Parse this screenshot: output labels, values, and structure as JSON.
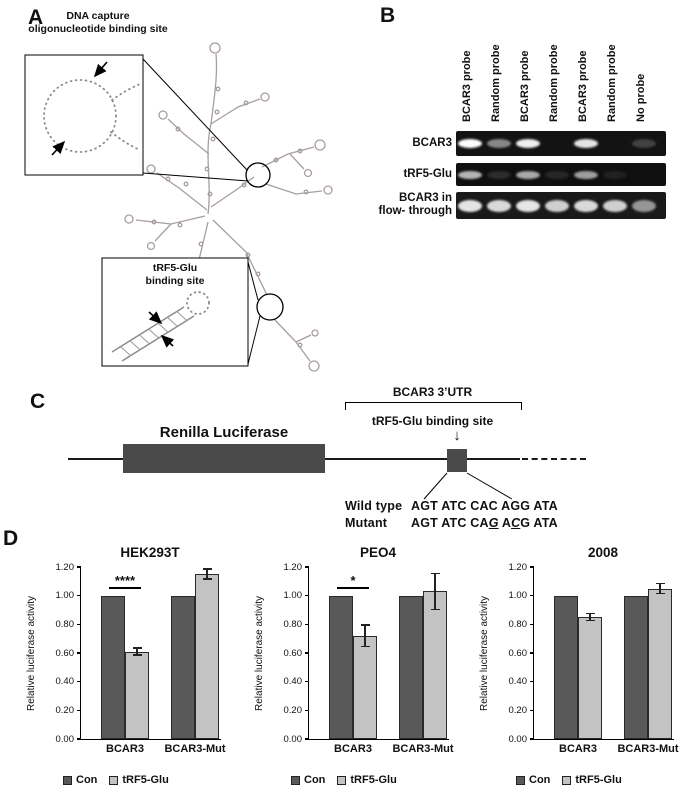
{
  "panels": {
    "a": {
      "label": "A",
      "top_inset_caption": "DNA capture\noligonucleotide binding site",
      "bottom_inset_caption": "tRF5-Glu\nbinding site"
    },
    "b": {
      "label": "B",
      "lanes": [
        "BCAR3 probe",
        "Random probe",
        "BCAR3 probe",
        "Random probe",
        "BCAR3 probe",
        "Random probe",
        "No probe"
      ],
      "rows": [
        {
          "label": "BCAR3",
          "bands": [
            1.0,
            0.5,
            0.95,
            0,
            0.9,
            0,
            0.2
          ]
        },
        {
          "label": "tRF5-Glu",
          "bands": [
            0.7,
            0.12,
            0.65,
            0.1,
            0.6,
            0.08,
            0
          ]
        },
        {
          "label": "BCAR3 in\nflow- through",
          "bands": [
            0.9,
            0.85,
            0.9,
            0.8,
            0.85,
            0.8,
            0.55
          ]
        }
      ]
    },
    "c": {
      "label": "C",
      "gene_box_label": "Renilla Luciferase",
      "utr_label": "BCAR3 3’UTR",
      "site_label": "tRF5-Glu binding site",
      "site_arrow_glyph": "↓",
      "wild_type_name": "Wild type",
      "wild_type_seq": "AGT ATC CAC AGG ATA",
      "mutant_name": "Mutant",
      "mutant_seq": {
        "pre": "AGT ATC CA",
        "sub1": "G",
        "mid": " A",
        "sub2": "C",
        "post": "G ATA"
      }
    },
    "d": {
      "label": "D"
    }
  },
  "chart_data": [
    {
      "type": "bar",
      "title": "HEK293T",
      "categories": [
        "BCAR3",
        "BCAR3-Mut"
      ],
      "series": [
        {
          "name": "Con",
          "color": "#595959",
          "values": [
            1.0,
            1.0
          ],
          "errors": [
            0,
            0
          ]
        },
        {
          "name": "tRF5-Glu",
          "color": "#c3c3c3",
          "values": [
            0.61,
            1.15
          ],
          "errors": [
            0.03,
            0.04
          ]
        }
      ],
      "ylabel": "Relative luciferase activity",
      "ylim": [
        0,
        1.2
      ],
      "yticks": [
        0,
        0.2,
        0.4,
        0.6,
        0.8,
        1.0,
        1.2
      ],
      "legend_position": "bottom",
      "significance": {
        "label": "****",
        "category": "BCAR3",
        "line_y": 1.05
      }
    },
    {
      "type": "bar",
      "title": "PEO4",
      "categories": [
        "BCAR3",
        "BCAR3-Mut"
      ],
      "series": [
        {
          "name": "Con",
          "color": "#595959",
          "values": [
            1.0,
            1.0
          ],
          "errors": [
            0,
            0
          ]
        },
        {
          "name": "tRF5-Glu",
          "color": "#c3c3c3",
          "values": [
            0.72,
            1.03
          ],
          "errors": [
            0.08,
            0.13
          ]
        }
      ],
      "ylabel": "Relative luciferase activity",
      "ylim": [
        0,
        1.2
      ],
      "yticks": [
        0,
        0.2,
        0.4,
        0.6,
        0.8,
        1.0,
        1.2
      ],
      "legend_position": "bottom",
      "significance": {
        "label": "*",
        "category": "BCAR3",
        "line_y": 1.05
      }
    },
    {
      "type": "bar",
      "title": "2008",
      "categories": [
        "BCAR3",
        "BCAR3-Mut"
      ],
      "series": [
        {
          "name": "Con",
          "color": "#595959",
          "values": [
            1.0,
            1.0
          ],
          "errors": [
            0,
            0
          ]
        },
        {
          "name": "tRF5-Glu",
          "color": "#c3c3c3",
          "values": [
            0.85,
            1.05
          ],
          "errors": [
            0.03,
            0.04
          ]
        }
      ],
      "ylabel": "Relative luciferase activity",
      "ylim": [
        0,
        1.2
      ],
      "yticks": [
        0,
        0.2,
        0.4,
        0.6,
        0.8,
        1.0,
        1.2
      ],
      "legend_position": "bottom",
      "significance": null
    }
  ],
  "colors": {
    "con_bar": "#595959",
    "trf5_bar": "#c3c3c3",
    "gene_box": "#4a4a4a"
  }
}
